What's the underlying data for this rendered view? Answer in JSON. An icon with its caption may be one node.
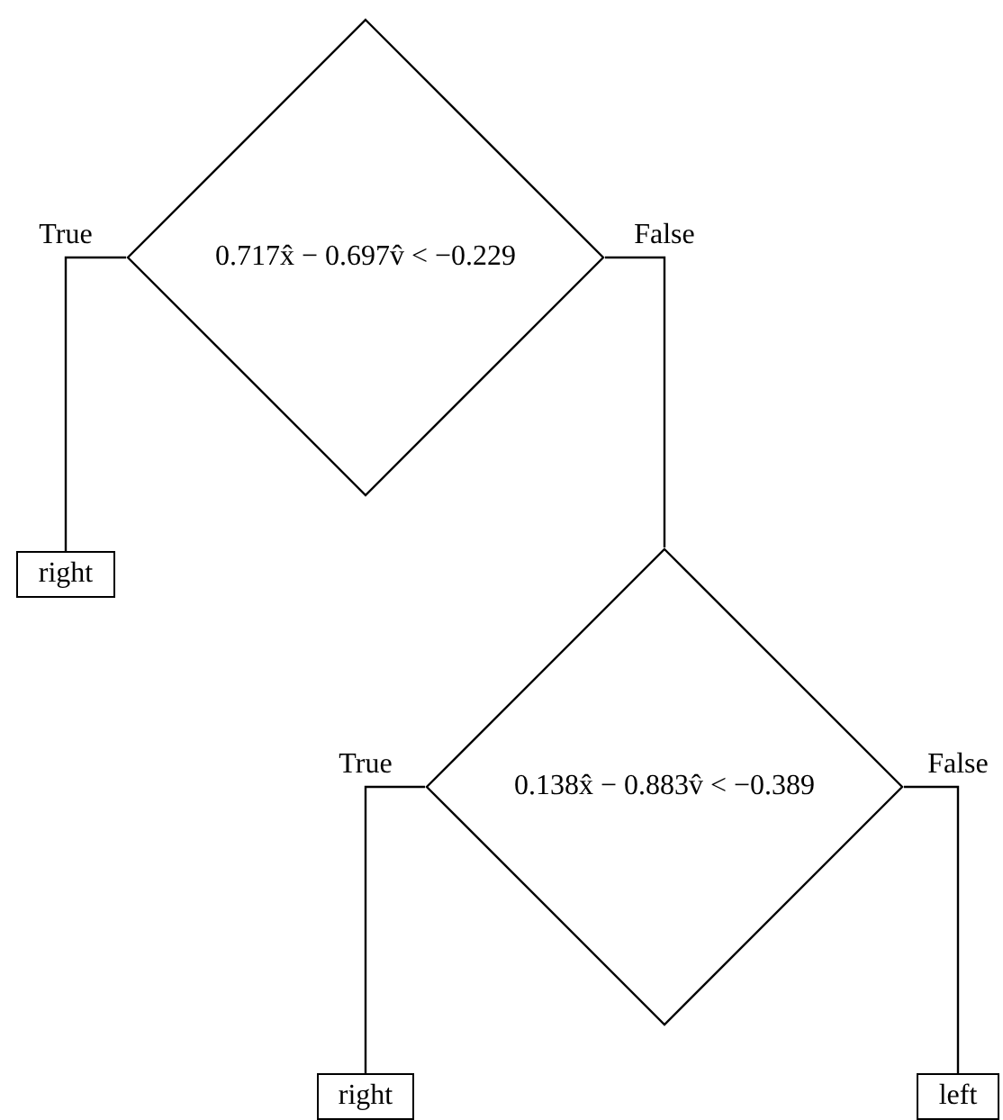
{
  "diagram": {
    "nodes": [
      {
        "text": [
          "0.717x̂ − 0.697v̂ < −0.229"
        ]
      },
      {
        "text": [
          "right"
        ]
      },
      {
        "text": [
          "0.138x̂ − 0.883v̂ < −0.389"
        ]
      },
      {
        "text": [
          "right"
        ]
      },
      {
        "text": [
          "left"
        ]
      }
    ],
    "edges": [
      {
        "from": 0,
        "to": 1,
        "arrow": "none",
        "label": "True"
      },
      {
        "from": 0,
        "to": 2,
        "arrow": "none",
        "label": "False"
      },
      {
        "from": 2,
        "to": 3,
        "arrow": "none",
        "label": "True"
      },
      {
        "from": 2,
        "to": 4,
        "arrow": "none",
        "label": "False"
      }
    ]
  }
}
